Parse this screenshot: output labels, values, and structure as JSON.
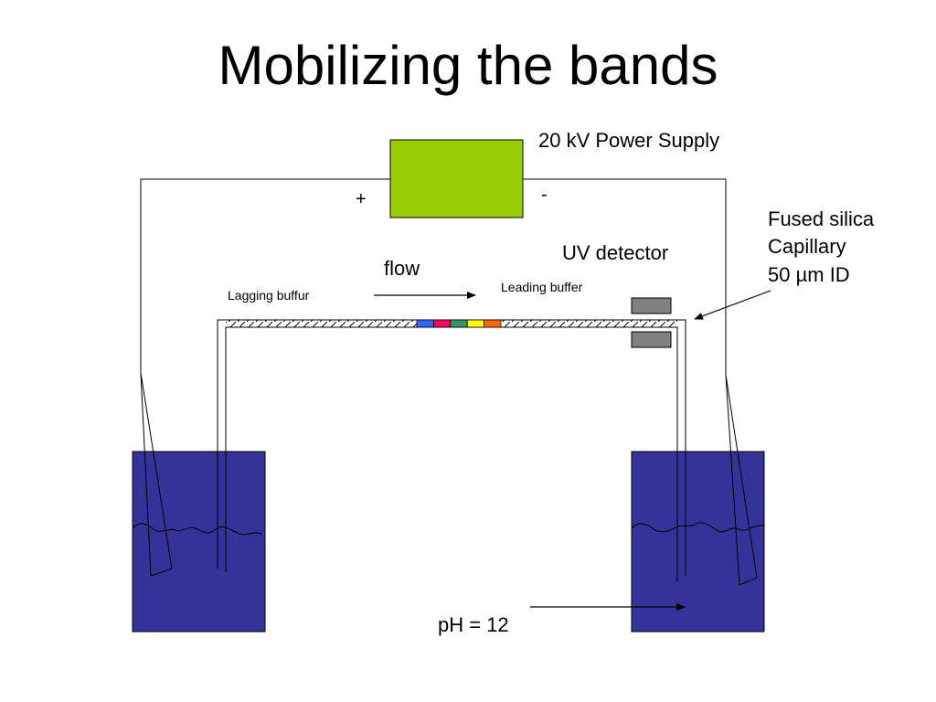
{
  "slide": {
    "title": "Mobilizing the bands"
  },
  "labels": {
    "power_supply": "20 kV Power Supply",
    "plus": "+",
    "minus": "-",
    "uv_detector": "UV detector",
    "flow": "flow",
    "lagging_buffer": "Lagging buffur",
    "leading_buffer": "Leading buffer",
    "capillary_line1": "Fused silica",
    "capillary_line2": "Capillary",
    "capillary_line3": "50 µm ID",
    "ph": "pH = 12"
  },
  "colors": {
    "power_supply": "#99cc00",
    "reservoir": "#333399",
    "detector": "#808080",
    "bands": [
      "#3366ff",
      "#ff0066",
      "#339966",
      "#ffff00",
      "#ff6600"
    ]
  }
}
